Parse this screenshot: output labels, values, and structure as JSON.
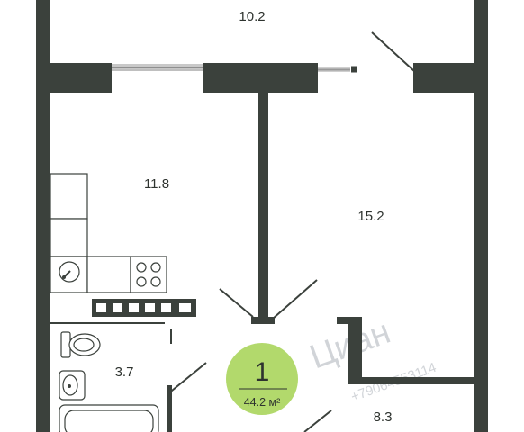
{
  "rooms": [
    {
      "area": "10.2"
    },
    {
      "area": "11.8"
    },
    {
      "area": "15.2"
    },
    {
      "area": "3.7"
    },
    {
      "area": "8.3"
    }
  ],
  "badge": {
    "rooms": "1",
    "total_area": "44.2 м²",
    "color": "#b2d96c"
  },
  "watermark": {
    "brand": "Циан",
    "phone": "+79064553114"
  },
  "colors": {
    "wall": "#3b413c"
  }
}
